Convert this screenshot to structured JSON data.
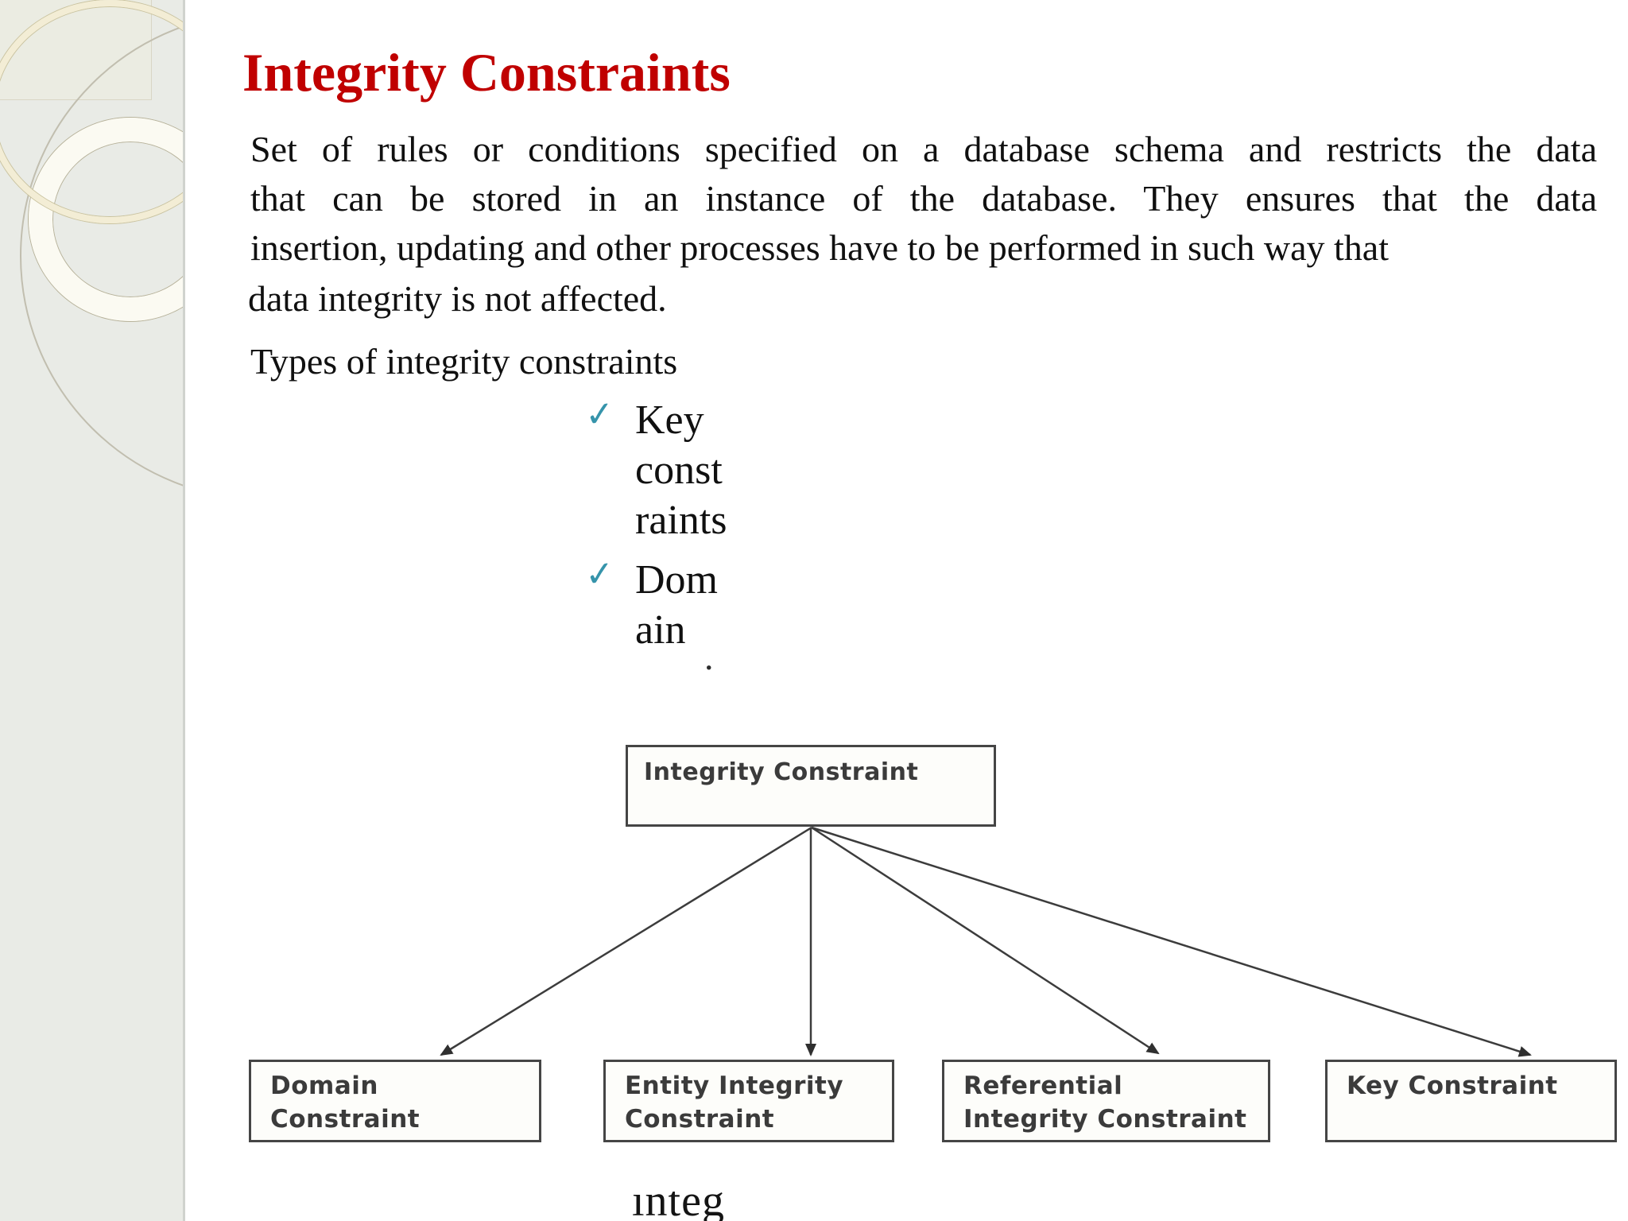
{
  "slide": {
    "title": "Integrity Constraints",
    "paragraph_lines": [
      "Set of rules or conditions specified on a database schema and restricts the data",
      "that can be stored in an instance of the database. They ensures that the data",
      "insertion, updating and other processes have to be performed in such way that"
    ],
    "affected_line": "data integrity is not affected.",
    "types_heading": "Types of integrity constraints",
    "check_glyph": "✓",
    "bullets": [
      {
        "lines": [
          "Key",
          "const",
          "raints"
        ]
      },
      {
        "lines": [
          "Dom",
          "ain"
        ]
      }
    ],
    "stray_mark": ".",
    "clipped_word": "integ"
  },
  "diagram": {
    "root_label": "Integrity Constraint",
    "children": [
      {
        "lines": [
          "Domain",
          "Constraint"
        ]
      },
      {
        "lines": [
          "Entity Integrity",
          "Constraint"
        ]
      },
      {
        "lines": [
          "Referential",
          "Integrity Constraint"
        ]
      },
      {
        "lines": [
          "Key Constraint"
        ]
      }
    ]
  },
  "colors": {
    "title_red": "#C00000",
    "check_teal": "#3694AB",
    "sidebar_bg": "#E9EBE6",
    "ring_cream": "#F3EDD5",
    "box_border": "#454545",
    "diagram_text": "#3B3B3B"
  }
}
